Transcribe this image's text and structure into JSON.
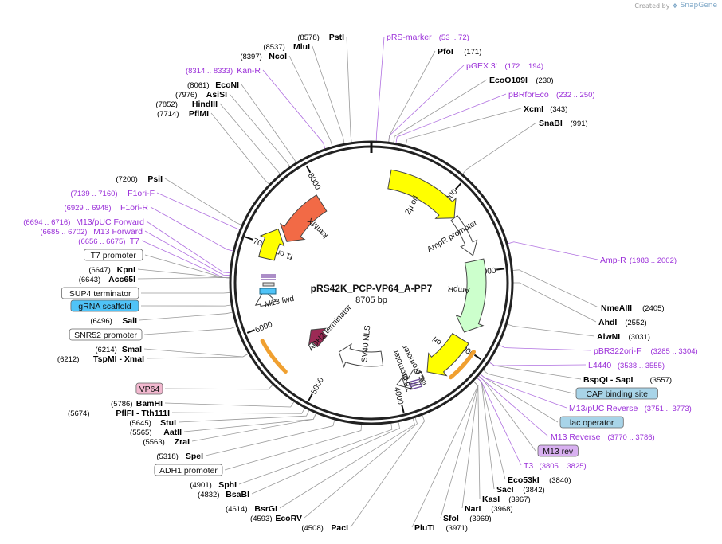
{
  "credit": {
    "text": "Created by",
    "brand": "SnapGene"
  },
  "plasmid": {
    "name": "pRS42K_PCP-VP64_A-PP7",
    "size": "8705 bp"
  },
  "colors": {
    "enzyme": "#000000",
    "primer": "#9b30d9",
    "backbone": "#222222",
    "kanMX": "#f26a46",
    "ori_2u": "#ffff00",
    "ampR": "#ccffcc",
    "ori": "#ffff00",
    "f1ori": "#ffff00",
    "promoter": "#ffffff",
    "vp64": "#ffb048",
    "sv40": "#ffffff",
    "adh2": "#9c2a55",
    "gRNA_scaffold_bg": "#4fc3f7",
    "cap_bg": "#a8d4e8",
    "lacop_bg": "#a8d4e8",
    "m13rev_bg": "#d8b0f0",
    "vp64_bg": "#f2b8cf"
  },
  "ticks": [
    {
      "label": "1000"
    },
    {
      "label": "2000"
    },
    {
      "label": "3000"
    },
    {
      "label": "4000"
    },
    {
      "label": "5000"
    },
    {
      "label": "6000"
    },
    {
      "label": "7000"
    },
    {
      "label": "8000"
    }
  ],
  "labels": [
    {
      "kind": "enzyme",
      "name": "PstI",
      "pos": "(8578)",
      "pos_first": true
    },
    {
      "kind": "enzyme",
      "name": "MluI",
      "pos": "(8537)",
      "pos_first": true
    },
    {
      "kind": "enzyme",
      "name": "NcoI",
      "pos": "(8397)",
      "pos_first": true
    },
    {
      "kind": "primer",
      "name": "Kan-R",
      "pos": "(8314 .. 8333)",
      "pos_first": true
    },
    {
      "kind": "enzyme",
      "name": "EcoNI",
      "pos": "(8061)",
      "pos_first": true
    },
    {
      "kind": "enzyme",
      "name": "AsiSI",
      "pos": "(7976)",
      "pos_first": true
    },
    {
      "kind": "enzyme",
      "name": "HindIII",
      "pos": "(7852)",
      "pos_first": true
    },
    {
      "kind": "enzyme",
      "name": "PflMI",
      "pos": "(7714)",
      "pos_first": true
    },
    {
      "kind": "enzyme",
      "name": "PsiI",
      "pos": "(7200)",
      "pos_first": true
    },
    {
      "kind": "primer",
      "name": "F1ori-F",
      "pos": "(7139 .. 7160)",
      "pos_first": true
    },
    {
      "kind": "primer",
      "name": "F1ori-R",
      "pos": "(6929 .. 6948)",
      "pos_first": true
    },
    {
      "kind": "primer",
      "name": "M13/pUC Forward",
      "pos": "(6694 .. 6716)",
      "pos_first": true
    },
    {
      "kind": "primer",
      "name": "M13 Forward",
      "pos": "(6685 .. 6702)",
      "pos_first": true
    },
    {
      "kind": "primer",
      "name": "T7",
      "pos": "(6656 .. 6675)",
      "pos_first": true
    },
    {
      "kind": "feature",
      "name": "T7 promoter",
      "pos": "",
      "box": "outline"
    },
    {
      "kind": "enzyme",
      "name": "KpnI",
      "pos": "(6647)",
      "pos_first": true
    },
    {
      "kind": "enzyme",
      "name": "Acc65I",
      "pos": "(6643)",
      "pos_first": true
    },
    {
      "kind": "feature",
      "name": "SUP4 terminator",
      "pos": "",
      "box": "outline"
    },
    {
      "kind": "feature",
      "name": "gRNA scaffold",
      "pos": "",
      "box": "gRNA_scaffold_bg"
    },
    {
      "kind": "enzyme",
      "name": "SalI",
      "pos": "(6496)",
      "pos_first": true
    },
    {
      "kind": "feature",
      "name": "SNR52 promoter",
      "pos": "",
      "box": "outline"
    },
    {
      "kind": "enzyme",
      "name": "SmaI",
      "pos": "(6214)",
      "pos_first": true
    },
    {
      "kind": "enzyme",
      "name": "TspMI - XmaI",
      "pos": "(6212)",
      "pos_first": true
    },
    {
      "kind": "feature",
      "name": "VP64",
      "pos": "",
      "box": "vp64_bg"
    },
    {
      "kind": "enzyme",
      "name": "BamHI",
      "pos": "(5786)",
      "pos_first": true
    },
    {
      "kind": "enzyme",
      "name": "PflFI - Tth111I",
      "pos": "(5674)",
      "pos_first": true
    },
    {
      "kind": "enzyme",
      "name": "StuI",
      "pos": "(5645)",
      "pos_first": true
    },
    {
      "kind": "enzyme",
      "name": "AatII",
      "pos": "(5565)",
      "pos_first": true
    },
    {
      "kind": "enzyme",
      "name": "ZraI",
      "pos": "(5563)",
      "pos_first": true
    },
    {
      "kind": "enzyme",
      "name": "SpeI",
      "pos": "(5318)",
      "pos_first": true
    },
    {
      "kind": "feature",
      "name": "ADH1 promoter",
      "pos": "",
      "box": "outline"
    },
    {
      "kind": "enzyme",
      "name": "SphI",
      "pos": "(4901)",
      "pos_first": true
    },
    {
      "kind": "enzyme",
      "name": "BsaBI",
      "pos": "(4832)",
      "pos_first": true
    },
    {
      "kind": "enzyme",
      "name": "BsrGI",
      "pos": "(4614)",
      "pos_first": true
    },
    {
      "kind": "enzyme",
      "name": "EcoRV",
      "pos": "(4593)",
      "pos_first": true
    },
    {
      "kind": "enzyme",
      "name": "PacI",
      "pos": "(4508)",
      "pos_first": true
    },
    {
      "kind": "enzyme",
      "name": "PluTI",
      "pos": "(3971)",
      "pos_first": false
    },
    {
      "kind": "enzyme",
      "name": "SfoI",
      "pos": "(3969)",
      "pos_first": false
    },
    {
      "kind": "enzyme",
      "name": "NarI",
      "pos": "(3968)",
      "pos_first": false
    },
    {
      "kind": "enzyme",
      "name": "KasI",
      "pos": "(3967)",
      "pos_first": false
    },
    {
      "kind": "enzyme",
      "name": "SacI",
      "pos": "(3842)",
      "pos_first": false
    },
    {
      "kind": "enzyme",
      "name": "Eco53kI",
      "pos": "(3840)",
      "pos_first": false
    },
    {
      "kind": "primer",
      "name": "T3",
      "pos": "(3805 .. 3825)",
      "pos_first": false
    },
    {
      "kind": "feature",
      "name": "M13 rev",
      "pos": "",
      "box": "m13rev_bg"
    },
    {
      "kind": "primer",
      "name": "M13 Reverse",
      "pos": "(3770 .. 3786)",
      "pos_first": false
    },
    {
      "kind": "feature",
      "name": "lac operator",
      "pos": "",
      "box": "lacop_bg"
    },
    {
      "kind": "primer",
      "name": "M13/pUC Reverse",
      "pos": "(3751 .. 3773)",
      "pos_first": false
    },
    {
      "kind": "feature",
      "name": "CAP binding site",
      "pos": "",
      "box": "cap_bg"
    },
    {
      "kind": "enzyme",
      "name": "BspQI - SapI",
      "pos": "(3557)",
      "pos_first": false
    },
    {
      "kind": "primer",
      "name": "L4440",
      "pos": "(3538 .. 3555)",
      "pos_first": false
    },
    {
      "kind": "primer",
      "name": "pBR322ori-F",
      "pos": "(3285 .. 3304)",
      "pos_first": false
    },
    {
      "kind": "enzyme",
      "name": "AlwNI",
      "pos": "(3031)",
      "pos_first": false
    },
    {
      "kind": "enzyme",
      "name": "AhdI",
      "pos": "(2552)",
      "pos_first": false
    },
    {
      "kind": "enzyme",
      "name": "NmeAIII",
      "pos": "(2405)",
      "pos_first": false
    },
    {
      "kind": "primer",
      "name": "Amp-R",
      "pos": "(1983 .. 2002)",
      "pos_first": false
    },
    {
      "kind": "enzyme",
      "name": "SnaBI",
      "pos": "(991)",
      "pos_first": false
    },
    {
      "kind": "enzyme",
      "name": "XcmI",
      "pos": "(343)",
      "pos_first": false
    },
    {
      "kind": "primer",
      "name": "pBRforEco",
      "pos": "(232 .. 250)",
      "pos_first": false
    },
    {
      "kind": "enzyme",
      "name": "EcoO109I",
      "pos": "(230)",
      "pos_first": false
    },
    {
      "kind": "primer",
      "name": "pGEX 3'",
      "pos": "(172 .. 194)",
      "pos_first": false
    },
    {
      "kind": "enzyme",
      "name": "PfoI",
      "pos": "(171)",
      "pos_first": false
    },
    {
      "kind": "primer",
      "name": "pRS-marker",
      "pos": "(53 .. 72)",
      "pos_first": false
    }
  ],
  "features": [
    {
      "name": "kanMX",
      "color_key": "kanMX"
    },
    {
      "name": "2μ ori",
      "color_key": "ori_2u"
    },
    {
      "name": "AmpR promoter",
      "color_key": "promoter"
    },
    {
      "name": "AmpR",
      "color_key": "ampR"
    },
    {
      "name": "ori",
      "color_key": "ori"
    },
    {
      "name": "lac promoter",
      "color_key": "promoter"
    },
    {
      "name": "T3 promoter",
      "color_key": "promoter"
    },
    {
      "name": "SV40 NLS",
      "color_key": "sv40"
    },
    {
      "name": "ADH2 terminator",
      "color_key": "adh2"
    },
    {
      "name": "M13 fwd",
      "color_key": "promoter"
    },
    {
      "name": "f1 ori",
      "color_key": "f1ori"
    }
  ]
}
